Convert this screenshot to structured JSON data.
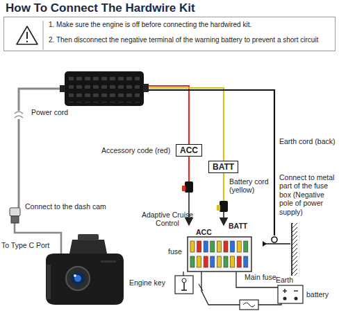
{
  "diagram": {
    "title": "How To Connect The Hardwire Kit",
    "nodes": [
      {
        "text": [
          "1. Make sure the engine is off before connecting the hardwired kit.",
          "2. Then disconnect the negative terminal of the warning battery to prevent a short circuit"
        ]
      },
      {
        "text": [
          "ACC"
        ]
      },
      {
        "text": [
          "BATT"
        ]
      }
    ],
    "labels": [
      "Power cord",
      "Accessory code (red)",
      "Battery cord (yellow)",
      "Earth cord (back)",
      "Connect to metal part of the fuse box (Negative pole of power supply)",
      "Connect to the dash cam",
      "To Type C Port",
      "Adaptive Cruise Control",
      "ACC",
      "BATT",
      "fuse",
      "Engine key",
      "Main fuse",
      "Earth",
      "battery"
    ]
  }
}
